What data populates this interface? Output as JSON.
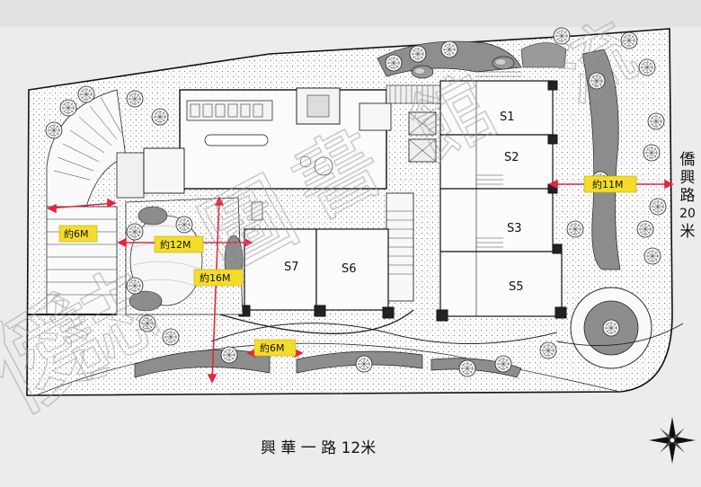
{
  "units": [
    "S1",
    "S2",
    "S3",
    "S5",
    "S6",
    "S7"
  ],
  "measurements": {
    "m6_left": "約6M",
    "m12": "約12M",
    "m16": "約16M",
    "m6_bottom": "約6M",
    "m11": "約11M"
  },
  "roads": {
    "bottom": "興 華 一 路 12米",
    "right_chars": [
      "僑",
      "興",
      "路",
      "20",
      "米"
    ]
  },
  "watermark": [
    "僾",
    "誌",
    "圖",
    "書",
    "館",
    "流"
  ],
  "colors": {
    "dimension_line": "#e8243c",
    "tag_fill": "#f4dd2a"
  }
}
